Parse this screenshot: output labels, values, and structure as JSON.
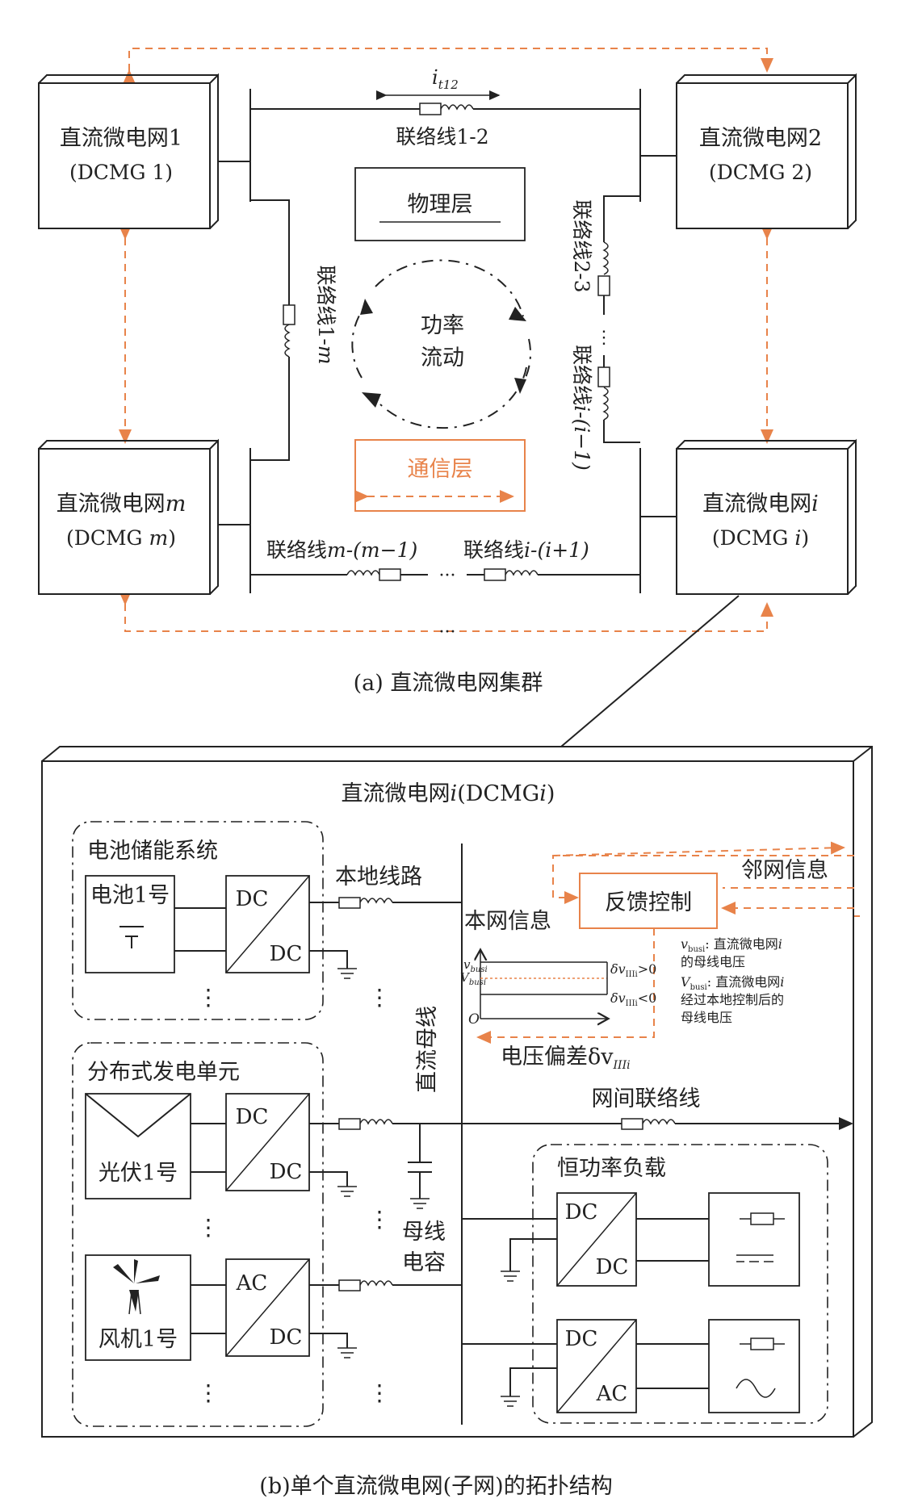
{
  "part_a": {
    "dcmg1": {
      "cn": "直流微电网1",
      "en": "(DCMG 1)"
    },
    "dcmg2": {
      "cn": "直流微电网2",
      "en": "(DCMG 2)"
    },
    "dcmgm": {
      "cn": "直流微电网",
      "cn_var": "m",
      "en": "(DCMG ",
      "en_var": "m",
      "en_close": ")"
    },
    "dcmgi": {
      "cn": "直流微电网",
      "cn_var": "i",
      "en": "(DCMG ",
      "en_var": "i",
      "en_close": ")"
    },
    "current_label": "i",
    "current_sub": "t12",
    "line12": "联络线1-2",
    "line1m": "联络线1-",
    "line1m_var": "m",
    "line23": "联络线2-3",
    "linei": "联络线",
    "linei_var": "i-(i−1)",
    "line_m": "联络线",
    "line_m_var": "m-(m−1)",
    "line_i1": "联络线",
    "line_i1_var": "i-(i+1)",
    "physical_layer": "物理层",
    "power_flow_1": "功率",
    "power_flow_2": "流动",
    "comm_layer": "通信层",
    "dots": "···",
    "caption": "(a)  直流微电网集群"
  },
  "part_b": {
    "title": "直流微电网",
    "title_var": "i",
    "title_en": "(DCMG",
    "title_en_var": "i",
    "title_close": ")",
    "battery_group": "电池储能系统",
    "battery1": "电池1号",
    "dc": "DC",
    "ac": "AC",
    "local_line": "本地线路",
    "dg_group": "分布式发电单元",
    "pv1": "光伏1号",
    "wind1": "风机1号",
    "bus_capacitor_1": "母线",
    "bus_capacitor_2": "电容",
    "dc_bus": "直流母线",
    "inter_line": "网间联络线",
    "cp_load": "恒功率负载",
    "feedback": "反馈控制",
    "neighbor_info": "邻网信息",
    "local_info": "本网信息",
    "voltage_dev": "电压偏差δv",
    "voltage_dev_sub": "IIIi",
    "vbus_lower": "v",
    "vbus_upper": "V",
    "bus_sub": "busi",
    "delta_pos": "δv",
    "delta_pos_tail": ">0",
    "delta_neg_tail": "<0",
    "origin": "O",
    "note_v1": ": 直流微电网",
    "note_v2": "的母线电压",
    "note_V1": ": 直流微电网",
    "note_V2": "经过本地控制后的",
    "note_V3": "母线电压",
    "vdots": "⋮",
    "caption": "(b)单个直流微电网(子网)的拓扑结构"
  },
  "colors": {
    "accent": "#e8834a",
    "line": "#222222"
  }
}
